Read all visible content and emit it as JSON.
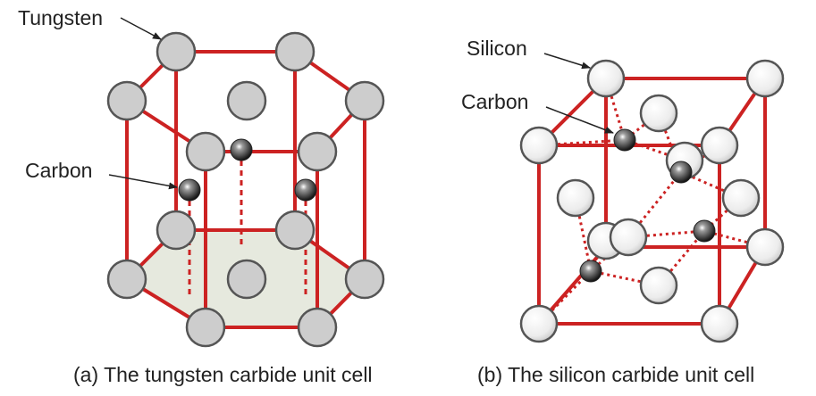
{
  "labels": {
    "tungsten": "Tungsten",
    "carbon_a": "Carbon",
    "silicon": "Silicon",
    "carbon_b": "Carbon"
  },
  "captions": {
    "a": "(a) The tungsten carbide unit cell",
    "b": "(b) The silicon carbide unit cell"
  },
  "colors": {
    "bond": "#cc2222",
    "tungsten_atom": "#cdcdcd",
    "silicon_atom": "#f2f2f2",
    "carbon_atom": "#2b2b2b",
    "base_face": "#e6e9de"
  }
}
